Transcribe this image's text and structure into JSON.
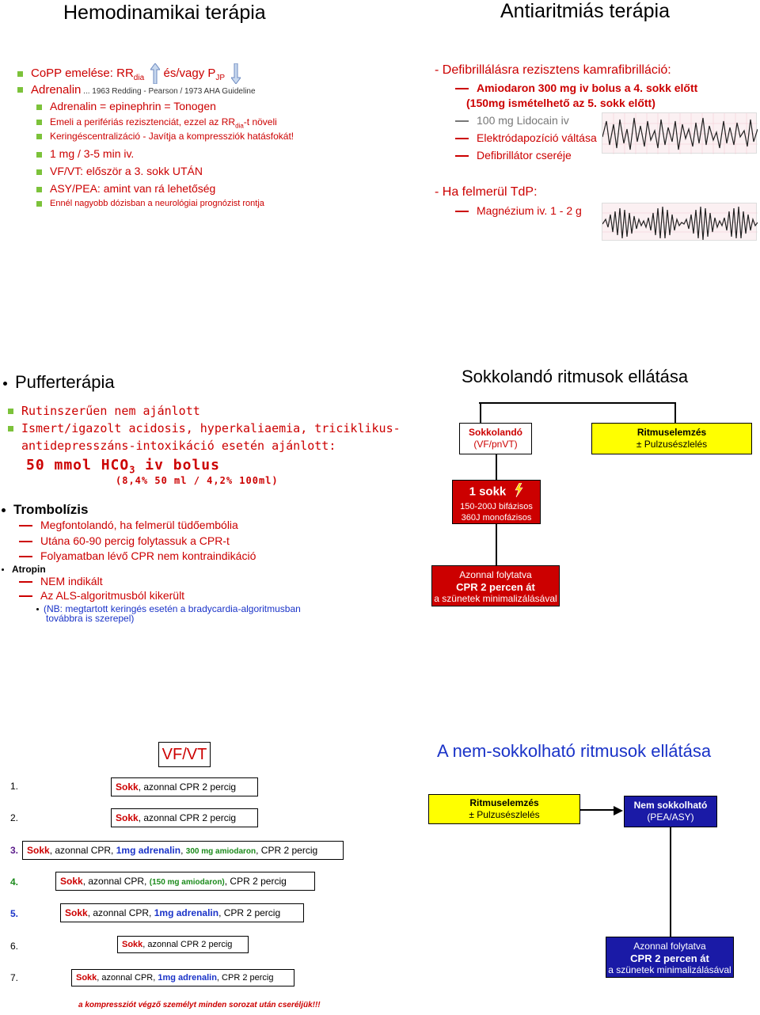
{
  "hemo": {
    "title": "Hemodinamikai terápia",
    "l1_a": "CoPP emelése: ",
    "l1_rr": "RR",
    "l1_dia": "dia",
    "l1_b": " és/vagy ",
    "l1_p": "P",
    "l1_jp": "JP",
    "l2_a": "Adrenalin",
    "l2_b": " ... 1963 Redding - Pearson / 1973 AHA Guideline",
    "l3": "Adrenalin = epinephrin = Tonogen",
    "l4_a": "Emeli a perifériás rezisztenciát, ezzel az RR",
    "l4_dia": "dia",
    "l4_b": "-t növeli",
    "l5": "Keringéscentralizáció - Javítja a kompressziók hatásfokát!",
    "l6": "1 mg / 3-5 min iv.",
    "l7": "VF/VT: először a 3. sokk UTÁN",
    "l8": "ASY/PEA: amint van rá lehetőség",
    "l9": "Ennél nagyobb dózisban a neurológiai prognózist rontja"
  },
  "anti": {
    "title": "Antiaritmiás terápia",
    "l1": "- Defibrillálásra rezisztens kamrafibrilláció:",
    "l2": "Amiodaron 300 mg iv bolus a 4. sokk előtt",
    "l3": "(150mg ismételhető az 5. sokk előtt)",
    "l4": "100 mg Lidocain iv",
    "l5": "Elektródapozíció váltása",
    "l6": "Defibrillátor cseréje",
    "l7": "- Ha felmerül TdP:",
    "l8": "Magnézium iv. 1 - 2 g"
  },
  "puffer": {
    "title": "Pufferterápia",
    "l1": "Rutinszerűen nem ajánlott",
    "l2": "Ismert/igazolt acidosis, hyperkaliaemia, triciklikus-",
    "l3": "antidepresszáns-intoxikáció esetén ajánlott:",
    "l4_a": "50 mmol HCO",
    "l4_sub": "3",
    "l4_b": " iv bolus",
    "l5": "(8,4% 50 ml  /  4,2% 100ml)",
    "trombo": "Trombolízis",
    "t1": "Megfontolandó, ha felmerül tüdőembólia",
    "t2": "Utána 60-90 percig folytassuk a CPR-t",
    "t3": "Folyamatban lévő CPR nem kontraindikáció",
    "atropin": "Atropin",
    "a1": "NEM indikált",
    "a2": "Az ALS-algoritmusból kikerült",
    "a3": "(NB: megtartott keringés esetén a bradycardia-algoritmusban",
    "a4": "továbbra is szerepel)"
  },
  "sokk": {
    "title": "Sokkolandó ritmusok ellátása",
    "box1_a": "Sokkolandó",
    "box1_b": "(VF/pnVT)",
    "box2_a": "Ritmuselemzés",
    "box2_b": "± Pulzusészlelés",
    "box3_a": "1 sokk",
    "box3_b": "150-200J bifázisos",
    "box3_c": "360J monofázisos",
    "box4_a": "Azonnal folytatva",
    "box4_b": "CPR 2 percen át",
    "box4_c": "a szünetek minimalizálásával"
  },
  "vfvt": {
    "title": "VF/VT",
    "rows": [
      {
        "num": "1.",
        "p1": "Sokk",
        "p2": ", azonnal CPR 2 percig"
      },
      {
        "num": "2.",
        "p1": "Sokk",
        "p2": ", azonnal CPR 2 percig"
      },
      {
        "num": "3.",
        "p1": "Sokk",
        "p2": ", azonnal CPR, ",
        "p3": "1mg adrenalin",
        "p4": ", ",
        "p5": "300 mg amiodaron",
        "p6": ", CPR 2 percig"
      },
      {
        "num": "4.",
        "p1": "Sokk",
        "p2": ", azonnal CPR, ",
        "p5": "(150 mg amiodaron)",
        "p6": ", CPR 2 percig"
      },
      {
        "num": "5.",
        "p1": "Sokk",
        "p2": ", azonnal CPR, ",
        "p3": "1mg adrenalin",
        "p6": ", CPR 2 percig"
      },
      {
        "num": "6.",
        "p1": "Sokk",
        "p2": ", azonnal CPR 2 percig"
      },
      {
        "num": "7.",
        "p1": "Sokk",
        "p2": ", azonnal CPR, ",
        "p3": "1mg adrenalin",
        "p6": ", CPR 2 percig"
      }
    ],
    "footer": "a kompressziót végző személyt minden sorozat után cseréljük!!!"
  },
  "nonsokk": {
    "title": "A nem-sokkolható ritmusok ellátása",
    "box1_a": "Ritmuselemzés",
    "box1_b": "± Pulzusészlelés",
    "box2_a": "Nem sokkolható",
    "box2_b": "(PEA/ASY)",
    "box3_a": "Azonnal folytatva",
    "box3_b": "CPR 2 percen át",
    "box3_c": "a szünetek minimalizálásával"
  },
  "colors": {
    "red": "#cc0000",
    "green": "#1b8a1b",
    "blue": "#1a33c8",
    "bullet": "#7cc23a",
    "yellow": "#ffff00",
    "navy": "#1a1aa6"
  }
}
